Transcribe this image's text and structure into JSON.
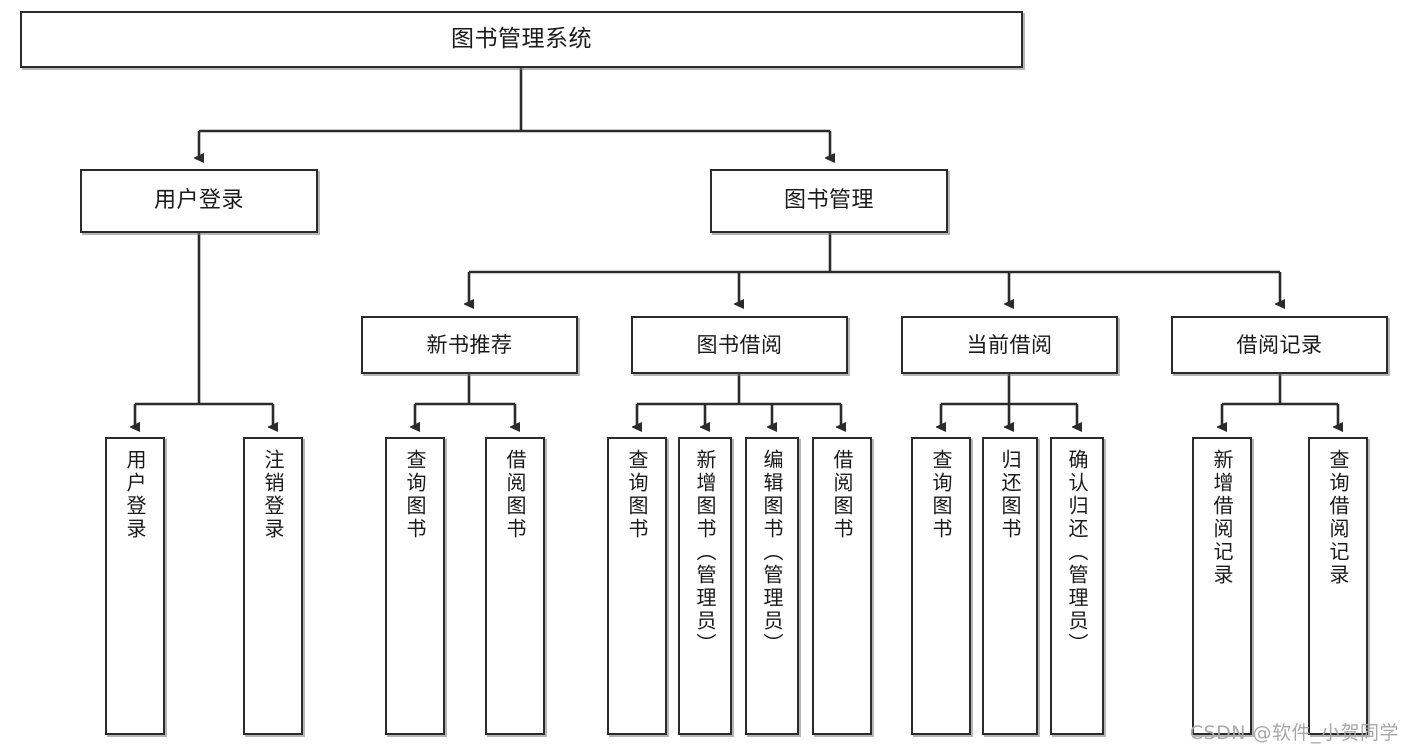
{
  "diagram": {
    "title": "图书管理系统",
    "type": "tree",
    "watermark": "CSDN @软件_小贺同学",
    "colors": {
      "box_border": "#2b2b2b",
      "box_fill": "#ffffff",
      "connector": "#2b2b2b",
      "text": "#1a1a1a",
      "watermark": "#a8a8a8"
    }
  },
  "nodes": {
    "root": {
      "label": "图书管理系统"
    },
    "level2": [
      {
        "label": "用户登录"
      },
      {
        "label": "图书管理"
      }
    ],
    "level3": [
      {
        "label": "新书推荐"
      },
      {
        "label": "图书借阅"
      },
      {
        "label": "当前借阅"
      },
      {
        "label": "借阅记录"
      }
    ],
    "leaves": {
      "user_login": [
        {
          "label": "用户登录"
        },
        {
          "label": "注销登录"
        }
      ],
      "new_book": [
        {
          "label": "查询图书"
        },
        {
          "label": "借阅图书"
        }
      ],
      "borrow": [
        {
          "label": "查询图书"
        },
        {
          "label": "新增图书（管理员）"
        },
        {
          "label": "编辑图书（管理员）"
        },
        {
          "label": "借阅图书"
        }
      ],
      "current": [
        {
          "label": "查询图书"
        },
        {
          "label": "归还图书"
        },
        {
          "label": "确认归还（管理员）"
        }
      ],
      "records": [
        {
          "label": "新增借阅记录"
        },
        {
          "label": "查询借阅记录"
        }
      ]
    }
  }
}
